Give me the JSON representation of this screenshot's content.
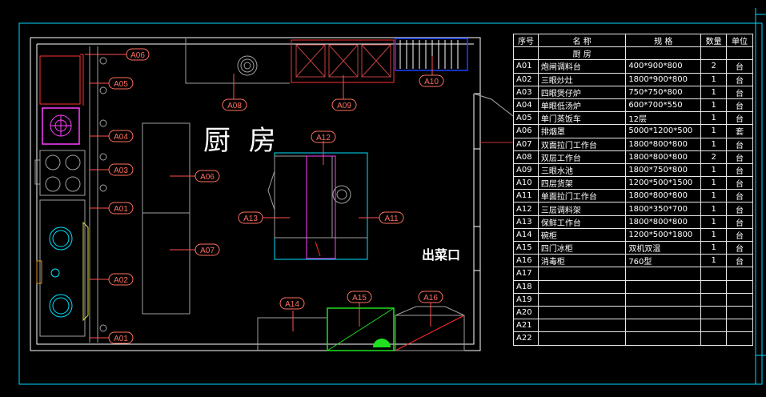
{
  "room_title": "厨 房",
  "exit_label": "出菜口",
  "table": {
    "headers": [
      "序号",
      "名  称",
      "规  格",
      "数量",
      "单位"
    ],
    "group_label": "厨  房",
    "rows": [
      [
        "A01",
        "炮闸调料台",
        "400*900*800",
        "2",
        "台"
      ],
      [
        "A02",
        "三眼炒灶",
        "1800*900*800",
        "1",
        "台"
      ],
      [
        "A03",
        "四眼煲仔炉",
        "750*750*800",
        "1",
        "台"
      ],
      [
        "A04",
        "单眼低汤炉",
        "600*700*550",
        "1",
        "台"
      ],
      [
        "A05",
        "单门蒸饭车",
        "12层",
        "1",
        "台"
      ],
      [
        "A06",
        "排烟罩",
        "5000*1200*500",
        "1",
        "套"
      ],
      [
        "A07",
        "双面拉门工作台",
        "1800*800*800",
        "1",
        "台"
      ],
      [
        "A08",
        "双层工作台",
        "1800*800*800",
        "2",
        "台"
      ],
      [
        "A09",
        "三眼水池",
        "1800*750*800",
        "1",
        "台"
      ],
      [
        "A10",
        "四层货架",
        "1200*500*1500",
        "1",
        "台"
      ],
      [
        "A11",
        "单面拉门工作台",
        "1800*800*800",
        "1",
        "台"
      ],
      [
        "A12",
        "三层调料架",
        "1800*350*700",
        "1",
        "台"
      ],
      [
        "A13",
        "保鲜工作台",
        "1800*800*800",
        "1",
        "台"
      ],
      [
        "A14",
        "碗柜",
        "1200*500*1800",
        "1",
        "台"
      ],
      [
        "A15",
        "四门冰柜",
        "双机双温",
        "1",
        "台"
      ],
      [
        "A16",
        "消毒柜",
        "760型",
        "1",
        "台"
      ],
      [
        "A17",
        "",
        "",
        "",
        ""
      ],
      [
        "A18",
        "",
        "",
        "",
        ""
      ],
      [
        "A19",
        "",
        "",
        "",
        ""
      ],
      [
        "A20",
        "",
        "",
        "",
        ""
      ],
      [
        "A21",
        "",
        "",
        "",
        ""
      ],
      [
        "A22",
        "",
        "",
        "",
        ""
      ]
    ]
  },
  "tags": [
    "A06",
    "A05",
    "A04",
    "A03",
    "A01",
    "A02",
    "A01",
    "A08",
    "A09",
    "A10",
    "A12",
    "A06",
    "A13",
    "A11",
    "A07",
    "A14",
    "A15",
    "A16"
  ],
  "colors": {
    "wall": "#ffffff",
    "equipment": "#a0a0a0",
    "tag": "#ff7060",
    "arrow": "#ff4040",
    "cyan": "#00e0ff",
    "magenta": "#ff40ff",
    "green": "#20e020",
    "blue": "#2040ff"
  }
}
